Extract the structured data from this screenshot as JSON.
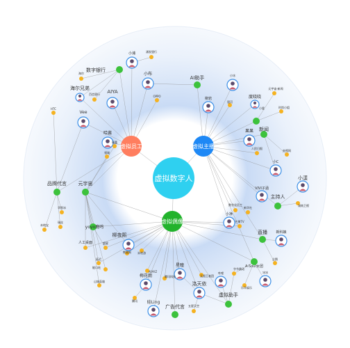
{
  "center": {
    "label": "虚拟数字人"
  },
  "hubs": [
    {
      "id": "employee",
      "label": "虚拟员工",
      "color": "#ff7e5f"
    },
    {
      "id": "anchor",
      "label": "虚拟主播",
      "color": "#1e88f5"
    },
    {
      "id": "idol",
      "label": "虚拟偶像",
      "color": "#22b32c"
    }
  ],
  "colors": {
    "center": "#2fd0f0",
    "sub_node": "#3cc23c",
    "leaf_node": "#f5b220",
    "avatar_ring": "#3a8ee6",
    "edge": "#8c8c8c",
    "ring_outer": "#eef3fb",
    "ring_inner": "#d5e3f7"
  },
  "icons": {
    "avatar": "person-avatar-icon"
  },
  "nodes": [
    {
      "label": "小浦"
    },
    {
      "label": "浦发银行"
    },
    {
      "label": "数字银行"
    },
    {
      "label": "海尔兄弟"
    },
    {
      "label": "AIYA"
    },
    {
      "label": "小布"
    },
    {
      "label": "海尔"
    },
    {
      "label": "百信银行"
    },
    {
      "label": "OPPO"
    },
    {
      "label": "AI助手"
    },
    {
      "label": "小冰"
    },
    {
      "label": "度晓晓"
    },
    {
      "label": "小爱"
    },
    {
      "label": "元宇宙·新闻"
    },
    {
      "label": "时尚小姐"
    },
    {
      "label": "柳岩"
    },
    {
      "label": "银河"
    },
    {
      "label": "果果"
    },
    {
      "label": "新闻"
    },
    {
      "label": "人民日报"
    },
    {
      "label": "小C"
    },
    {
      "label": "央视网"
    },
    {
      "label": "HTC"
    },
    {
      "label": "Vee"
    },
    {
      "label": "哈酱"
    },
    {
      "label": "瑞嘉"
    },
    {
      "label": "领域"
    },
    {
      "label": "品牌代言"
    },
    {
      "label": "元宇宙"
    },
    {
      "label": "华智冰"
    },
    {
      "label": "瑞丝"
    },
    {
      "label": "本地宝"
    },
    {
      "label": "yoyo鹿鸣"
    },
    {
      "label": "柳夜熙"
    },
    {
      "label": "人工桌面"
    },
    {
      "label": "超星"
    },
    {
      "label": "熊猫狗"
    },
    {
      "label": "米哈游"
    },
    {
      "label": "延迟"
    },
    {
      "label": "能口吃"
    },
    {
      "label": "山城英雄"
    },
    {
      "label": "梅花朗"
    },
    {
      "label": "AYAYZ"
    },
    {
      "label": "腾讯科技"
    },
    {
      "label": "硅Ling"
    },
    {
      "label": "腾讯"
    },
    {
      "label": "星瞳"
    },
    {
      "label": "无限王者团"
    },
    {
      "label": "洛天依"
    },
    {
      "label": "广告代言"
    },
    {
      "label": "五星天空"
    },
    {
      "label": "虚拟助手"
    },
    {
      "label": "VIVI子涵"
    },
    {
      "label": "数字化员工"
    },
    {
      "label": "新华社"
    },
    {
      "label": "主持人"
    },
    {
      "label": "小漾"
    },
    {
      "label": "湖南卫视"
    },
    {
      "label": "小净"
    },
    {
      "label": "芒果TV"
    },
    {
      "label": "直播"
    },
    {
      "label": "A-Soul女团"
    },
    {
      "label": "新科娘"
    },
    {
      "label": "企鹅"
    },
    {
      "label": "字节跳动"
    },
    {
      "label": "哔哩"
    },
    {
      "label": "冰冰"
    },
    {
      "label": "乐华娱乐"
    }
  ]
}
